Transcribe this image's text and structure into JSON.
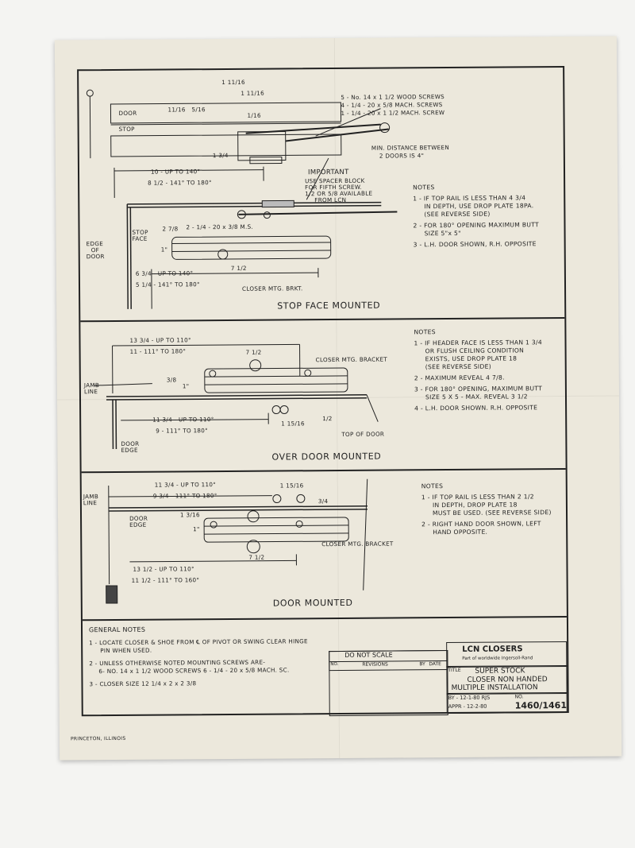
{
  "panels": {
    "stop_face": {
      "title": "STOP FACE MOUNTED",
      "labels": {
        "door": "DOOR",
        "stop": "STOP",
        "dim_11_16": "11/16",
        "dim_5_16": "5/16",
        "dim_1_11_16_a": "1 11/16",
        "dim_1_11_16_b": "1 11/16",
        "dim_1_16": "1/16",
        "dim_1_3_4": "1 3/4",
        "screws_1": "5 - No. 14 x 1 1/2 WOOD SCREWS",
        "screws_2": "4 - 1/4 - 20 x 5/8 MACH. SCREWS",
        "screws_3": "1 - 1/4 - 20 x 1 1/2 MACH. SCREW",
        "min_distance_1": "MIN. DISTANCE BETWEEN",
        "min_distance_2": "2 DOORS IS 4\"",
        "range_a": "10 - UP TO 140°",
        "range_b": "8 1/2 - 141° TO 180°",
        "important_head": "IMPORTANT",
        "important_1": "USE SPACER BLOCK",
        "important_2": "FOR FIFTH SCREW.",
        "important_3": "1/2 OR 5/8 AVAILABLE",
        "important_4": "FROM LCN",
        "dim_2_7_8": "2 7/8",
        "ms_screw": "2 - 1/4 - 20 x 3/8 M.S.",
        "stop_face_lbl_1": "STOP",
        "stop_face_lbl_2": "FACE",
        "edge_of_door_1": "EDGE",
        "edge_of_door_2": "OF",
        "edge_of_door_3": "DOOR",
        "dim_1": "1\"",
        "range_c": "6 3/4 - UP TO 140°",
        "range_d": "5 1/4 - 141° TO 180°",
        "dim_7_1_2": "7 1/2",
        "bracket": "CLOSER MTG. BRKT."
      },
      "notes_head": "NOTES",
      "notes": [
        "1 - IF TOP RAIL IS LESS THAN 4 3/4",
        "IN DEPTH, USE DROP PLATE 18PA.",
        "(SEE REVERSE SIDE)",
        "2 - FOR 180° OPENING MAXIMUM BUTT",
        "SIZE 5\"x 5\"",
        "3 - L.H. DOOR SHOWN, R.H. OPPOSITE"
      ]
    },
    "over_door": {
      "title": "OVER DOOR MOUNTED",
      "labels": {
        "range_a": "13 3/4 - UP TO 110°",
        "range_b": "11 - 111° TO 180°",
        "dim_7_1_2": "7 1/2",
        "bracket": "CLOSER MTG. BRACKET",
        "dim_3_8": "3/8",
        "dim_1": "1\"",
        "jamb_1": "JAMB",
        "jamb_2": "LINE",
        "range_c": "11 3/4 - UP TO 110°",
        "range_d": "9 - 111° TO 180°",
        "dim_1_15_16": "1 15/16",
        "dim_1_2": "1/2",
        "top_of_door": "TOP OF DOOR",
        "door_edge_1": "DOOR",
        "door_edge_2": "EDGE"
      },
      "notes_head": "NOTES",
      "notes": [
        "1 - IF HEADER FACE IS LESS THAN 1 3/4",
        "OR FLUSH CEILING CONDITION",
        "EXISTS, USE DROP PLATE 18",
        "(SEE REVERSE SIDE)",
        "2 - MAXIMUM REVEAL 4 7/8.",
        "3 - FOR 180° OPENING, MAXIMUM BUTT",
        "SIZE 5 X 5 - MAX. REVEAL 3 1/2",
        "4 - L.H. DOOR SHOWN. R.H. OPPOSITE"
      ]
    },
    "door_mounted": {
      "title": "DOOR MOUNTED",
      "labels": {
        "jamb_1": "JAMB",
        "jamb_2": "LINE",
        "range_a": "11 3/4 - UP TO 110°",
        "range_b": "9 3/4 - 111° TO 180°",
        "dim_1_15_16": "1 15/16",
        "dim_3_4": "3/4",
        "door_edge_1": "DOOR",
        "door_edge_2": "EDGE",
        "dim_1_3_16": "1 3/16",
        "dim_1": "1\"",
        "bracket": "CLOSER MTG. BRACKET",
        "dim_7_1_2": "7 1/2",
        "range_c": "13 1/2 - UP TO 110°",
        "range_d": "11 1/2 - 111° TO 160°"
      },
      "notes_head": "NOTES",
      "notes": [
        "1 - IF TOP RAIL IS LESS THAN 2 1/2",
        "IN DEPTH,    DROP PLATE 18",
        "MUST BE USED. (SEE REVERSE SIDE)",
        "2 - RIGHT HAND DOOR SHOWN, LEFT",
        "HAND OPPOSITE."
      ]
    }
  },
  "general_notes": {
    "head": "GENERAL NOTES",
    "items": [
      "1 - LOCATE CLOSER & SHOE FROM ℄ OF PIVOT OR SWING CLEAR HINGE",
      "PIN WHEN USED.",
      "2 - UNLESS OTHERWISE NOTED MOUNTING SCREWS ARE-",
      "6- NO. 14 x 1 1/2 WOOD SCREWS          6 - 1/4 - 20 x 5/8 MACH. SC.",
      "3 - CLOSER SIZE 12 1/4 x 2 x 2 3/8"
    ]
  },
  "title_block": {
    "do_not_scale": "DO NOT SCALE",
    "col_no": "NO.",
    "col_revisions": "REVISIONS",
    "col_by": "BY",
    "col_date": "DATE",
    "brand": "LCN CLOSERS",
    "brand_sub": "Part of worldwide Ingersoll-Rand",
    "title_label": "TITLE",
    "title_1": "SUPER STOCK",
    "title_2": "CLOSER NON HANDED",
    "title_3": "MULTIPLE INSTALLATION",
    "by": "BY - 12-1-80 RJS",
    "appr": "APPR - 12-2-80",
    "no_label": "NO.",
    "number": "1460/1461"
  },
  "footer": "PRINCETON, ILLINOIS"
}
